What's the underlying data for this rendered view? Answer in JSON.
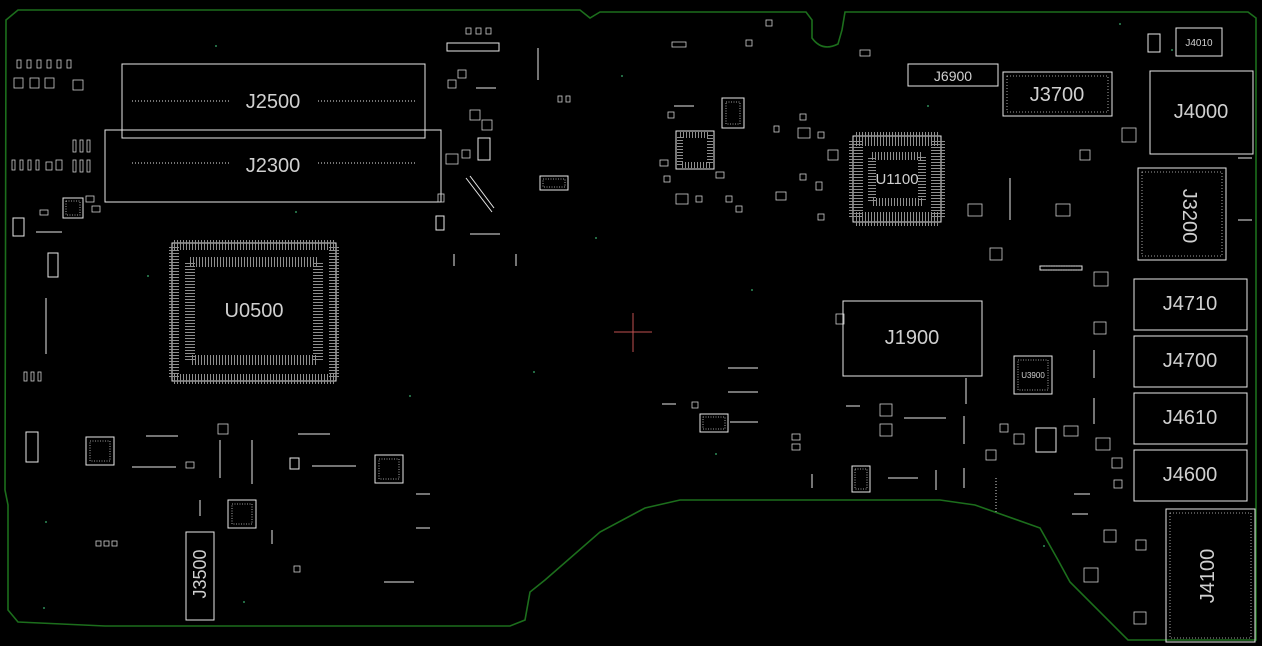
{
  "board": {
    "outline_color": "#1c6e1c",
    "component_color": "#e8e8e8",
    "background_color": "#000000",
    "cursor_color": "#c05050"
  },
  "designators": {
    "j2500": "J2500",
    "j2300": "J2300",
    "u0500": "U0500",
    "j6900": "J6900",
    "j3700": "J3700",
    "j4000": "J4000",
    "j3200": "J3200",
    "u1100": "U1100",
    "j1900": "J1900",
    "j4710": "J4710",
    "j4700": "J4700",
    "j4610": "J4610",
    "j4600": "J4600",
    "j4100": "J4100",
    "j3500": "J3500",
    "j4010": "J4010",
    "u3900": "U3900"
  }
}
